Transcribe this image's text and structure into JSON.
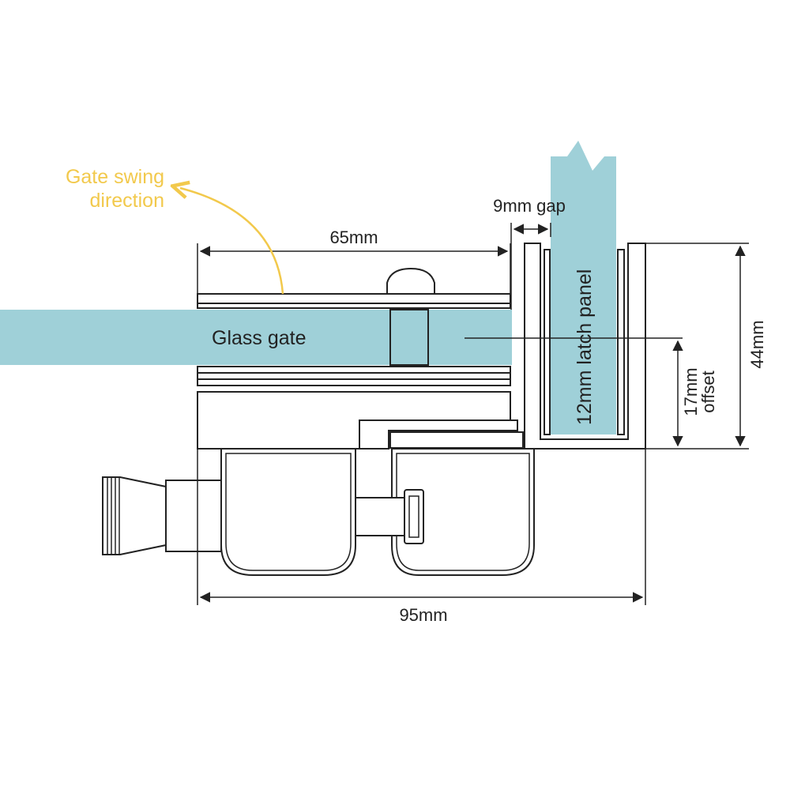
{
  "labels": {
    "swing_line1": "Gate swing",
    "swing_line2": "direction",
    "gap": "9mm gap",
    "width_top": "65mm",
    "glass_gate": "Glass gate",
    "latch_panel": "12mm latch panel",
    "offset_line1": "17mm",
    "offset_line2": "offset",
    "height": "44mm",
    "width_bottom": "95mm"
  },
  "colors": {
    "glass": "#9fd0d8",
    "accent": "#f2c94c",
    "line": "#222222"
  }
}
